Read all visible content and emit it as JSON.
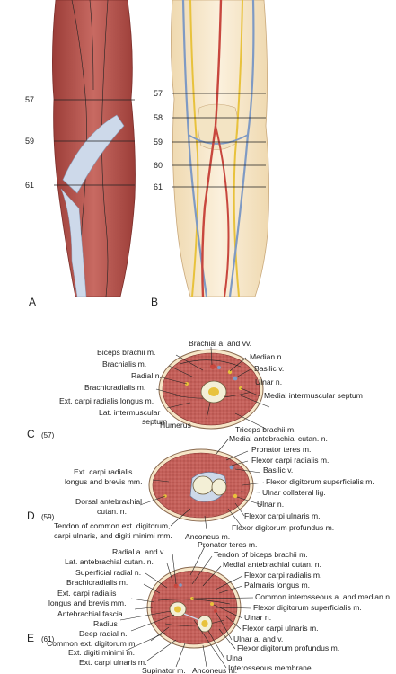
{
  "panels": {
    "a": "A",
    "b": "B",
    "c": "C",
    "d": "D",
    "e": "E"
  },
  "panel_a_levels": [
    "57",
    "59",
    "61"
  ],
  "panel_b_levels": [
    "57",
    "58",
    "59",
    "60",
    "61"
  ],
  "section_numbers": {
    "c": "(57)",
    "d": "(59)",
    "e": "(61)"
  },
  "labels_c": [
    "Biceps brachii m.",
    "Brachial a. and vv.",
    "Brachialis m.",
    "Median n.",
    "Basilic v.",
    "Radial n.",
    "Ulnar n.",
    "Brachioradialis m.",
    "Medial intermuscular septum",
    "Ext. carpi radialis longus m.",
    "Lat. intermuscular",
    "septum",
    "Triceps brachii m.",
    "Humerus"
  ],
  "labels_d": [
    "Medial antebrachial cutan. n.",
    "Pronator teres m.",
    "Flexor carpi radialis m.",
    "Ext. carpi radialis",
    "longus and brevis mm.",
    "Basilic v.",
    "Flexor digitorum superficialis m.",
    "Ulnar collateral lig.",
    "Dorsal antebrachial",
    "cutan. n.",
    "Ulnar n.",
    "Flexor carpi ulnaris m.",
    "Tendon of common ext. digitorum,",
    "carpi ulnaris, and digiti minimi mm.",
    "Anconeus m.",
    "Flexor digitorum profundus m."
  ],
  "labels_e": [
    "Radial a. and v.",
    "Pronator teres m.",
    "Lat. antebrachial cutan. n.",
    "Tendon of biceps brachii m.",
    "Superficial radial n.",
    "Medial antebrachial cutan. n.",
    "Brachioradialis m.",
    "Flexor carpi radialis m.",
    "Palmaris longus m.",
    "Ext. carpi radialis",
    "longus and brevis mm.",
    "Common interosseous a. and median n.",
    "Antebrachial fascia",
    "Flexor digitorum superficialis m.",
    "Radius",
    "Ulnar n.",
    "Deep radial n.",
    "Flexor carpi ulnaris m.",
    "Common ext. digitorum m.",
    "Ulnar a. and v.",
    "Ext. digiti minimi m.",
    "Flexor digitorum profundus m.",
    "Ext. carpi ulnaris m.",
    "Ulna",
    "Interosseous membrane",
    "Supinator m.",
    "Anconeus m."
  ],
  "colors": {
    "muscle": "#c4605a",
    "muscle_dark": "#9b3d38",
    "skin": "#f6e6c8",
    "tendon": "#cdd9ea",
    "bone": "#f3efd6",
    "artery": "#c8473e",
    "vein": "#7f9ac4",
    "nerve": "#e8c23c"
  }
}
